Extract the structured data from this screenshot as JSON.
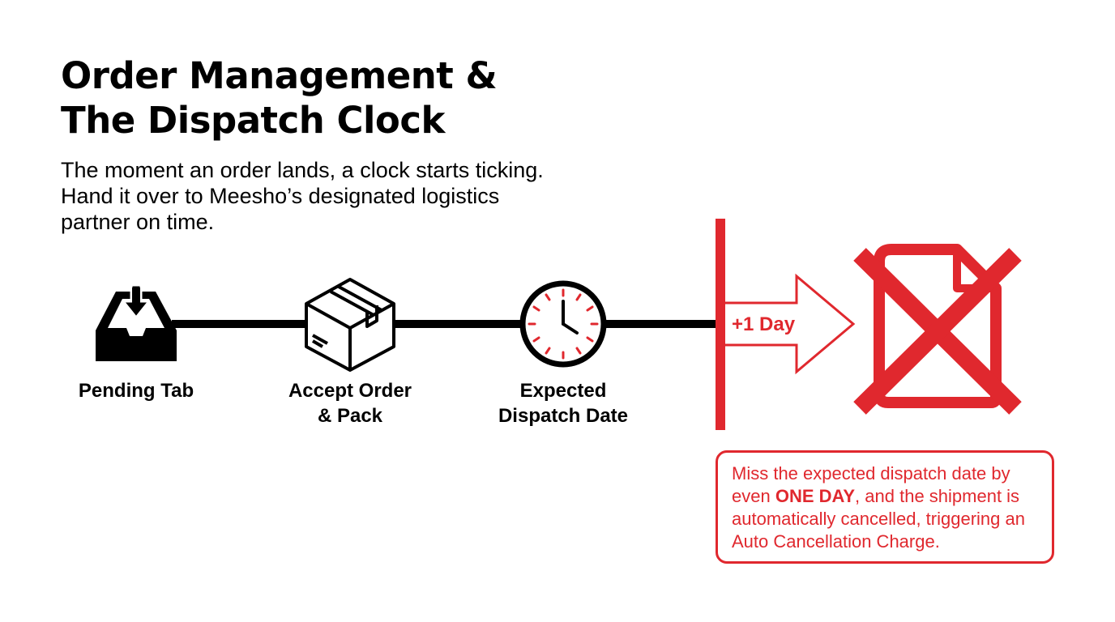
{
  "title": {
    "line1": "Order Management &",
    "line2": "The Dispatch Clock"
  },
  "subtitle": {
    "line1": "The moment an order lands, a clock starts ticking.",
    "line2": "Hand it over to Meesho’s designated logistics",
    "line3": "partner on time."
  },
  "steps": [
    {
      "icon": "inbox-download-icon",
      "line1": "Pending Tab",
      "line2": ""
    },
    {
      "icon": "package-box-icon",
      "line1": "Accept Order",
      "line2": "& Pack"
    },
    {
      "icon": "clock-icon",
      "line1": "Expected",
      "line2": "Dispatch Date"
    }
  ],
  "delay": {
    "label": "+1 Day",
    "icon": "cancelled-document-icon"
  },
  "warning": {
    "part1": "Miss the expected dispatch date by even ",
    "highlight": "ONE DAY",
    "part2": ", and the shipment is automatically cancelled, triggering an Auto Cancellation Charge."
  },
  "colors": {
    "accent": "#e0282e",
    "ink": "#000000",
    "background": "#ffffff"
  }
}
